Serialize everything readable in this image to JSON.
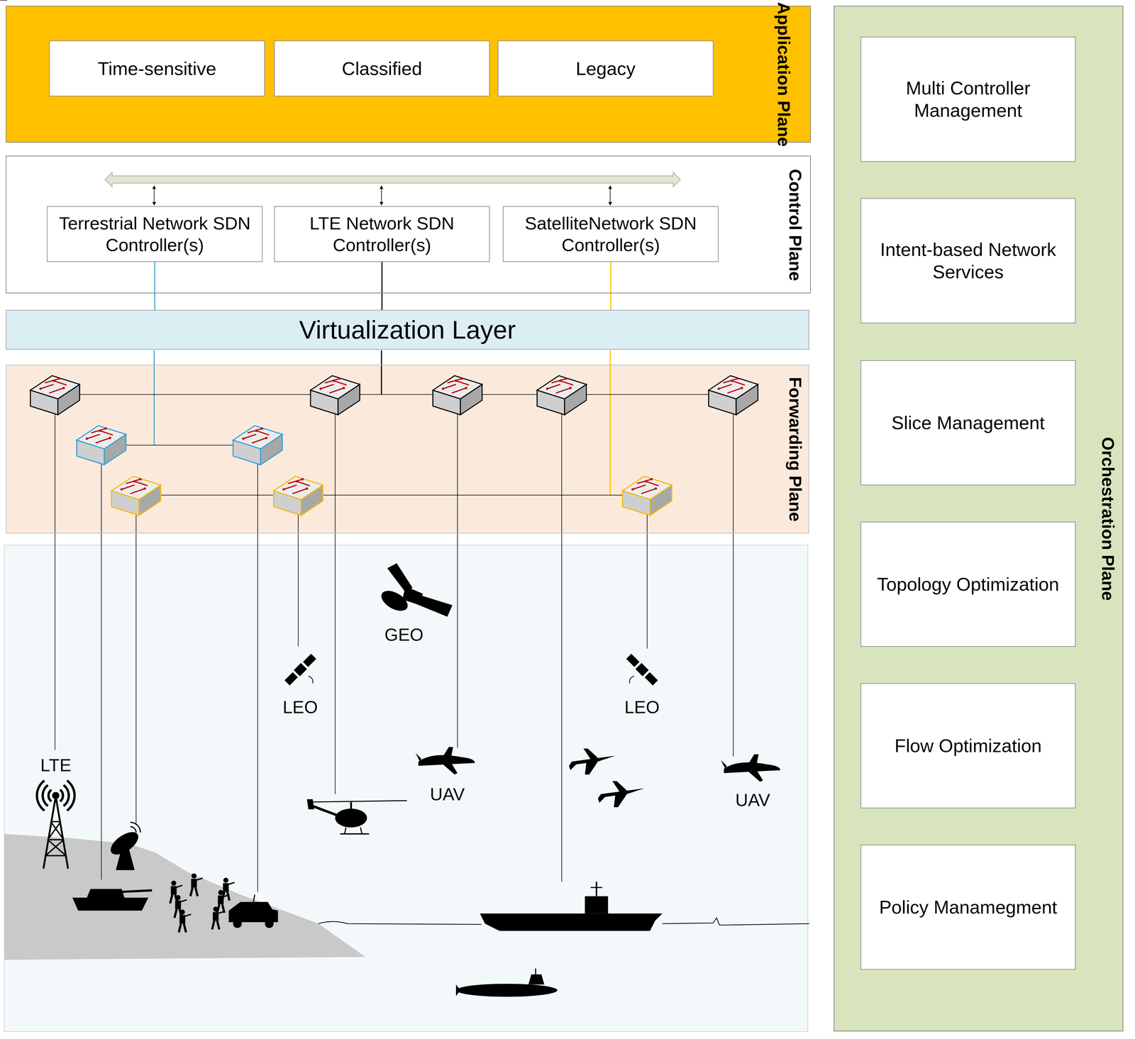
{
  "diagram": {
    "nodes": [
      {
        "text": [
          "Application Plane"
        ]
      },
      {
        "text": [
          "Time-sensitive"
        ],
        "in": 0
      },
      {
        "text": [
          "Classified"
        ],
        "in": 0
      },
      {
        "text": [
          "Legacy"
        ],
        "in": 0
      },
      {
        "text": [
          "Control Plane"
        ]
      },
      {
        "text": [
          "Terrestrial Network SDN Controller(s)"
        ],
        "in": 4
      },
      {
        "text": [
          "LTE Network SDN Controller(s)"
        ],
        "in": 4
      },
      {
        "text": [
          "SatelliteNetwork SDN Controller(s)"
        ],
        "in": 4
      },
      {
        "text": [
          "Virtualization Layer"
        ]
      },
      {
        "text": [
          "Forwarding Plane"
        ]
      },
      {
        "text": [
          "Orchestration Plane"
        ]
      },
      {
        "text": [
          "Multi Controller Management"
        ],
        "in": 10
      },
      {
        "text": [
          "Intent-based Network Services"
        ],
        "in": 10
      },
      {
        "text": [
          "Slice Management"
        ],
        "in": 10
      },
      {
        "text": [
          "Topology Optimization"
        ],
        "in": 10
      },
      {
        "text": [
          "Flow Optimization"
        ],
        "in": 10
      },
      {
        "text": [
          "Policy Manamegment"
        ],
        "in": 10
      }
    ],
    "edges": [
      {
        "from": 5,
        "to": 8,
        "arrow": "none"
      },
      {
        "from": 6,
        "to": 8,
        "arrow": "none"
      },
      {
        "from": 7,
        "to": 8,
        "arrow": "none"
      }
    ],
    "labels": [
      "GEO",
      "LEO",
      "LEO",
      "LTE",
      "UAV",
      "UAV"
    ]
  }
}
